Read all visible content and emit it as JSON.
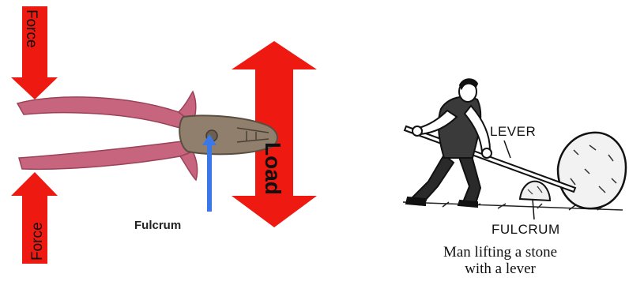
{
  "pliers_diagram": {
    "force_top_label": "Force",
    "force_bottom_label": "Force",
    "load_label": "Load",
    "fulcrum_label": "Fulcrum",
    "colors": {
      "force_arrow": "#ee1a12",
      "load_arrow": "#ee1a12",
      "fulcrum_arrow": "#3a78e8",
      "handle": "#c8657e"
    }
  },
  "lever_illustration": {
    "lever_label": "LEVER",
    "fulcrum_label": "FULCRUM",
    "caption_line_1": "Man lifting a stone",
    "caption_line_2": "with a lever"
  }
}
